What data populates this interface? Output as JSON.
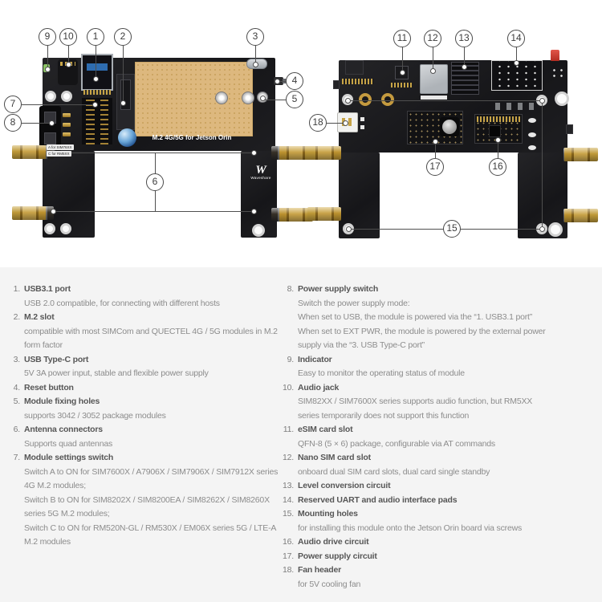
{
  "figure": {
    "callouts": [
      "1",
      "2",
      "3",
      "4",
      "5",
      "6",
      "7",
      "8",
      "9",
      "10",
      "11",
      "12",
      "13",
      "14",
      "15",
      "16",
      "17",
      "18"
    ],
    "board_front": {
      "title": "M.2 4G/5G for Jetson Orin",
      "logo_mark": "W",
      "logo_text": "Waveshare",
      "sma_labels": [
        "A for SIM76XX",
        "C for RM5XX"
      ]
    },
    "colors": {
      "pcb": "#1c1c1e",
      "module": "#ddb87e",
      "sma_gold": "#c79d35",
      "leader_line": "#4f4f4f",
      "legend_background": "#f4f4f4"
    }
  },
  "legend": {
    "columns": [
      {
        "items": [
          {
            "num": "1.",
            "title": "USB3.1 port",
            "desc": [
              "USB 2.0 compatible, for connecting with different hosts"
            ]
          },
          {
            "num": "2.",
            "title": "M.2 slot",
            "desc": [
              "compatible with most SIMCom and QUECTEL 4G / 5G modules in M.2",
              "form factor"
            ]
          },
          {
            "num": "3.",
            "title": "USB Type-C port",
            "desc": [
              "5V 3A power input, stable and flexible power supply"
            ]
          },
          {
            "num": "4.",
            "title": "Reset button",
            "desc": []
          },
          {
            "num": "5.",
            "title": "Module fixing holes",
            "desc": [
              "supports 3042 / 3052 package modules"
            ]
          },
          {
            "num": "6.",
            "title": "Antenna connectors",
            "desc": [
              "Supports quad antennas"
            ]
          },
          {
            "num": "7.",
            "title": "Module settings switch",
            "desc": [
              "Switch A to ON for SIM7600X / A7906X / SIM7906X / SIM7912X series",
              "4G M.2 modules;",
              "Switch B to ON for SIM8202X / SIM8200EA / SIM8262X / SIM8260X",
              "series 5G M.2 modules;",
              "Switch C to ON for RM520N-GL / RM530X / EM06X series 5G / LTE-A",
              "M.2 modules"
            ]
          }
        ]
      },
      {
        "items": [
          {
            "num": "8.",
            "title": "Power supply switch",
            "desc": [
              "Switch the power supply mode:",
              "When set to USB, the module is powered via the “1. USB3.1 port”",
              "When set to EXT PWR, the module is powered by the external power",
              "supply via the “3. USB Type-C port”"
            ]
          },
          {
            "num": "9.",
            "title": "Indicator",
            "desc": [
              "Easy to monitor the operating status of module"
            ]
          },
          {
            "num": "10.",
            "title": "Audio jack",
            "desc": [
              "SIM82XX / SIM7600X series supports audio function, but RM5XX",
              "series temporarily does not support this function"
            ]
          },
          {
            "num": "11.",
            "title": "eSIM card slot",
            "desc": [
              "QFN-8 (5 × 6) package, configurable via AT commands"
            ]
          },
          {
            "num": "12.",
            "title": "Nano SIM card slot",
            "desc": [
              "onboard dual SIM card slots, dual card single standby"
            ]
          },
          {
            "num": "13.",
            "title": "Level conversion circuit",
            "desc": []
          },
          {
            "num": "14.",
            "title": "Reserved UART and audio interface pads",
            "desc": []
          },
          {
            "num": "15.",
            "title": "Mounting holes",
            "desc": [
              "for installing this module onto the Jetson Orin board via screws"
            ]
          },
          {
            "num": "16.",
            "title": "Audio drive circuit",
            "desc": []
          },
          {
            "num": "17.",
            "title": "Power supply circuit",
            "desc": []
          },
          {
            "num": "18.",
            "title": "Fan header",
            "desc": [
              "for 5V cooling fan"
            ]
          }
        ]
      }
    ]
  }
}
